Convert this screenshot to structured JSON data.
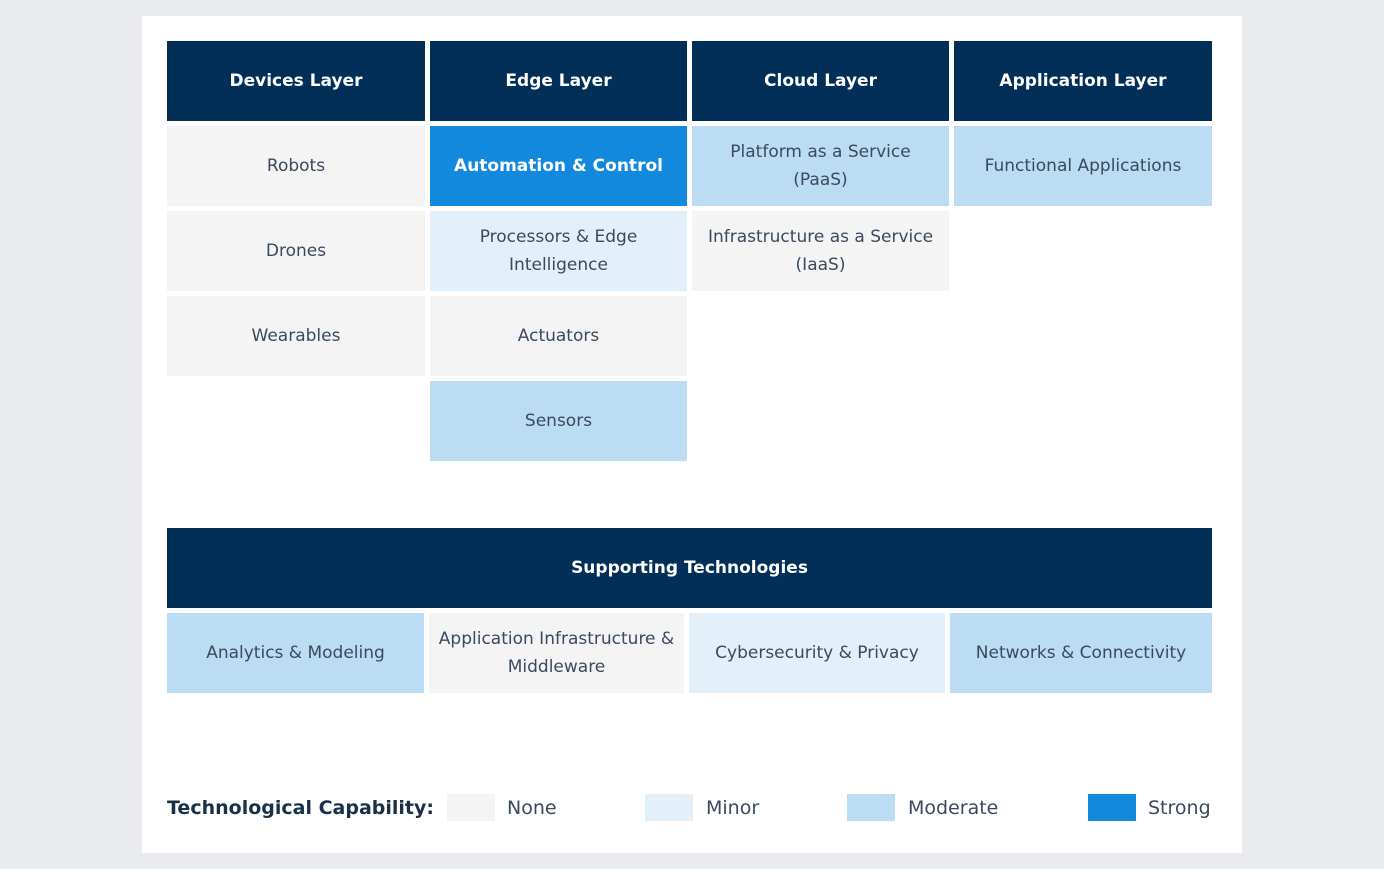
{
  "layers": {
    "devices": {
      "title": "Devices Layer",
      "items": [
        {
          "label": "Robots",
          "level": "None"
        },
        {
          "label": "Drones",
          "level": "None"
        },
        {
          "label": "Wearables",
          "level": "None"
        }
      ]
    },
    "edge": {
      "title": "Edge Layer",
      "items": [
        {
          "label": "Automation & Control",
          "level": "Strong"
        },
        {
          "label": "Processors & Edge Intelligence",
          "level": "Minor"
        },
        {
          "label": "Actuators",
          "level": "None"
        },
        {
          "label": "Sensors",
          "level": "Moderate"
        }
      ]
    },
    "cloud": {
      "title": "Cloud Layer",
      "items": [
        {
          "label": "Platform as a Service (PaaS)",
          "level": "Moderate"
        },
        {
          "label": "Infrastructure as a Service (IaaS)",
          "level": "None"
        }
      ]
    },
    "application": {
      "title": "Application Layer",
      "items": [
        {
          "label": "Functional Applications",
          "level": "Moderate"
        }
      ]
    }
  },
  "supporting": {
    "title": "Supporting Technologies",
    "items": [
      {
        "label": "Analytics & Modeling",
        "level": "Moderate"
      },
      {
        "label": "Application Infrastructure & Middleware",
        "level": "None"
      },
      {
        "label": "Cybersecurity & Privacy",
        "level": "Minor"
      },
      {
        "label": "Networks & Connectivity",
        "level": "Moderate"
      }
    ]
  },
  "legend": {
    "title": "Technological Capability:",
    "items": [
      {
        "label": "None",
        "color": "#f4f4f5"
      },
      {
        "label": "Minor",
        "color": "#e3f0fa"
      },
      {
        "label": "Moderate",
        "color": "#bbdcf3"
      },
      {
        "label": "Strong",
        "color": "#1389dd"
      }
    ]
  },
  "colors": {
    "header": "#022f57",
    "none": "#f4f4f5",
    "minor": "#e3f0fa",
    "moderate": "#bbdcf3",
    "strong": "#1389dd"
  }
}
